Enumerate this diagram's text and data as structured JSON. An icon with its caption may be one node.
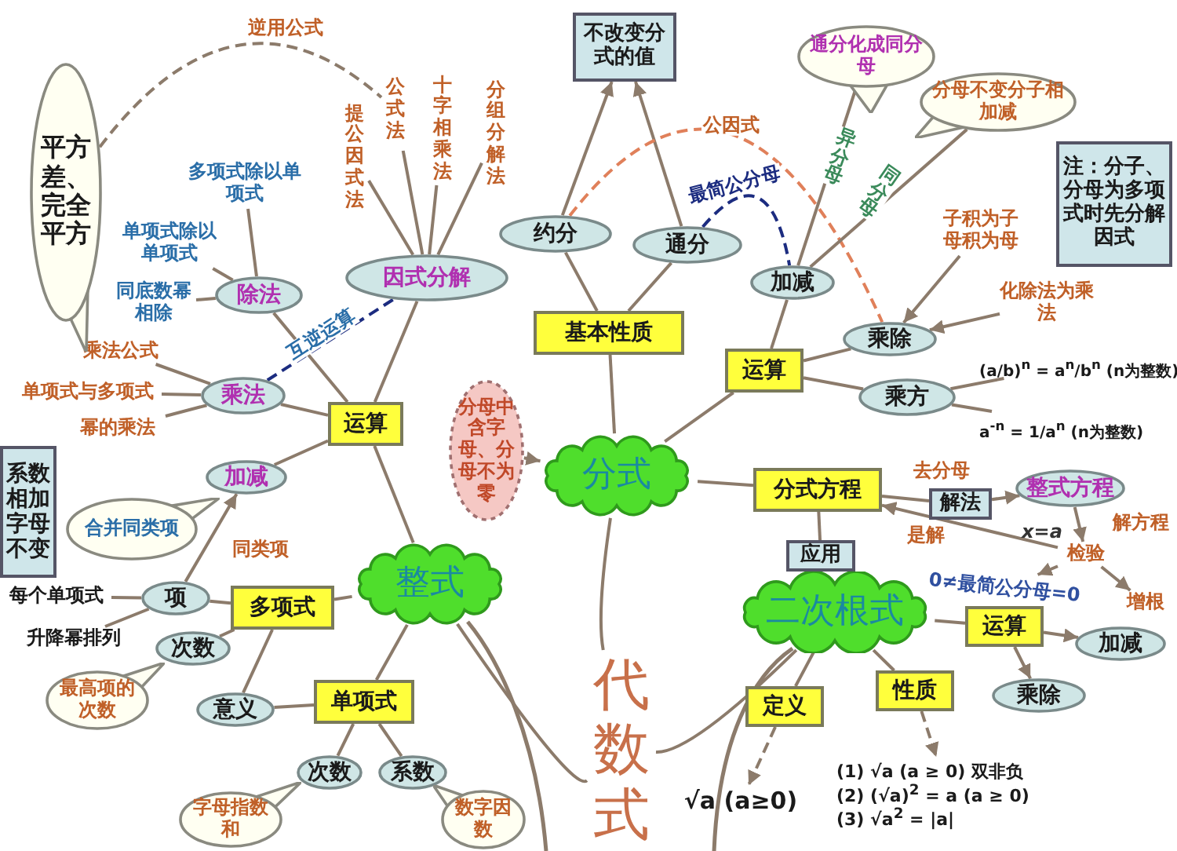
{
  "diagram": {
    "nodes": [
      {
        "text": [
          "代数式"
        ]
      },
      {
        "text": [
          "整式"
        ]
      },
      {
        "text": [
          "分式"
        ]
      },
      {
        "text": [
          "二次根式"
        ]
      },
      {
        "text": [
          "分母中含字母、分母不为零"
        ]
      },
      {
        "text": [
          "运算"
        ]
      },
      {
        "text": [
          "多项式"
        ]
      },
      {
        "text": [
          "单项式"
        ]
      },
      {
        "text": [
          "乘法"
        ]
      },
      {
        "text": [
          "除法"
        ]
      },
      {
        "text": [
          "因式分解"
        ]
      },
      {
        "text": [
          "加减"
        ]
      },
      {
        "text": [
          "合并同类项"
        ]
      },
      {
        "text": [
          "系数相加字母不变"
        ]
      },
      {
        "text": [
          "项"
        ]
      },
      {
        "text": [
          "次数"
        ]
      },
      {
        "text": [
          "意义"
        ]
      },
      {
        "text": [
          "最高项的次数"
        ]
      },
      {
        "text": [
          "次数"
        ]
      },
      {
        "text": [
          "系数"
        ]
      },
      {
        "text": [
          "字母指数和"
        ]
      },
      {
        "text": [
          "数字因数"
        ]
      },
      {
        "text": [
          "乘法公式"
        ]
      },
      {
        "text": [
          "单项式与多项式"
        ]
      },
      {
        "text": [
          "幂的乘法"
        ]
      },
      {
        "text": [
          "平方差、完全平方"
        ]
      },
      {
        "text": [
          "多项式除以单项式"
        ]
      },
      {
        "text": [
          "单项式除以单项式"
        ]
      },
      {
        "text": [
          "同底数幂相除"
        ]
      },
      {
        "text": [
          "提公因式法"
        ]
      },
      {
        "text": [
          "公式法"
        ]
      },
      {
        "text": [
          "十字相乘法"
        ]
      },
      {
        "text": [
          "分组分解法"
        ]
      },
      {
        "text": [
          "每个单项式"
        ]
      },
      {
        "text": [
          "升降幂排列"
        ]
      },
      {
        "text": [
          "基本性质"
        ]
      },
      {
        "text": [
          "约分"
        ]
      },
      {
        "text": [
          "通分"
        ]
      },
      {
        "text": [
          "不改变分式的值"
        ]
      },
      {
        "text": [
          "运算"
        ]
      },
      {
        "text": [
          "加减"
        ]
      },
      {
        "text": [
          "乘除"
        ]
      },
      {
        "text": [
          "乘方"
        ]
      },
      {
        "text": [
          "通分化成同分母"
        ]
      },
      {
        "text": [
          "分母不变分子相加减"
        ]
      },
      {
        "text": [
          "注：分子、分母为多项式时先分解因式"
        ]
      },
      {
        "text": [
          "子积为子母积为母"
        ]
      },
      {
        "text": [
          "化除法为乘法"
        ]
      },
      {
        "text": [
          "(a/b)$^{n}$ = a$^{n}$/b$^{n}$ (n为整数)"
        ]
      },
      {
        "text": [
          "a$^{-n}$ = 1/a$^{n}$ (n为整数)"
        ]
      },
      {
        "text": [
          "分式方程"
        ]
      },
      {
        "text": [
          "解法"
        ]
      },
      {
        "text": [
          "整式方程"
        ]
      },
      {
        "text": [
          "检验"
        ]
      },
      {
        "text": [
          "增根"
        ]
      },
      {
        "text": [
          "0≠最简公分母=0"
        ]
      },
      {
        "text": [
          "应用"
        ]
      },
      {
        "text": [
          "运算"
        ]
      },
      {
        "text": [
          "加减"
        ]
      },
      {
        "text": [
          "乘除"
        ]
      },
      {
        "text": [
          "定义"
        ]
      },
      {
        "text": [
          "性质"
        ]
      },
      {
        "text": [
          "√a (a≥0)"
        ]
      },
      {
        "text": [
          "(1) √a (a ≥ 0) 双非负",
          "(2) (√a)$^{2}$ = a (a ≥ 0)",
          "(3) √a$^{2}$ = |a|"
        ]
      }
    ],
    "edges": [
      {
        "from": 0,
        "to": 1,
        "arrow": "none"
      },
      {
        "from": 0,
        "to": 2,
        "arrow": "none"
      },
      {
        "from": 0,
        "to": 3,
        "arrow": "none"
      },
      {
        "from": 1,
        "to": 5,
        "arrow": "none"
      },
      {
        "from": 1,
        "to": 6,
        "arrow": "none"
      },
      {
        "from": 1,
        "to": 7,
        "arrow": "none"
      },
      {
        "from": 5,
        "to": 8,
        "arrow": "none"
      },
      {
        "from": 5,
        "to": 9,
        "arrow": "none"
      },
      {
        "from": 5,
        "to": 10,
        "arrow": "none"
      },
      {
        "from": 5,
        "to": 11,
        "arrow": "none"
      },
      {
        "from": 8,
        "to": 22,
        "arrow": "none"
      },
      {
        "from": 8,
        "to": 23,
        "arrow": "none"
      },
      {
        "from": 8,
        "to": 24,
        "arrow": "none"
      },
      {
        "from": 9,
        "to": 26,
        "arrow": "none"
      },
      {
        "from": 9,
        "to": 27,
        "arrow": "none"
      },
      {
        "from": 9,
        "to": 28,
        "arrow": "none"
      },
      {
        "from": 10,
        "to": 29,
        "arrow": "none"
      },
      {
        "from": 10,
        "to": 30,
        "arrow": "none"
      },
      {
        "from": 10,
        "to": 31,
        "arrow": "none"
      },
      {
        "from": 10,
        "to": 32,
        "arrow": "none"
      },
      {
        "from": 8,
        "to": 10,
        "arrow": "none",
        "label": "互逆运算",
        "style": "dashed",
        "color": "#1c2c80"
      },
      {
        "from": 25,
        "to": 30,
        "arrow": "none",
        "label": "逆用公式",
        "style": "dashed"
      },
      {
        "from": 6,
        "to": 14,
        "arrow": "none"
      },
      {
        "from": 6,
        "to": 15,
        "arrow": "none"
      },
      {
        "from": 6,
        "to": 16,
        "arrow": "none"
      },
      {
        "from": 14,
        "to": 11,
        "arrow": "to",
        "label": "同类项"
      },
      {
        "from": 14,
        "to": 33,
        "arrow": "none"
      },
      {
        "from": 14,
        "to": 34,
        "arrow": "none"
      },
      {
        "from": 7,
        "to": 16,
        "arrow": "none"
      },
      {
        "from": 7,
        "to": 18,
        "arrow": "none"
      },
      {
        "from": 7,
        "to": 19,
        "arrow": "none"
      },
      {
        "from": 4,
        "to": 2,
        "arrow": "to"
      },
      {
        "from": 2,
        "to": 35,
        "arrow": "none"
      },
      {
        "from": 2,
        "to": 39,
        "arrow": "none"
      },
      {
        "from": 2,
        "to": 50,
        "arrow": "none"
      },
      {
        "from": 35,
        "to": 36,
        "arrow": "none"
      },
      {
        "from": 35,
        "to": 37,
        "arrow": "none"
      },
      {
        "from": 36,
        "to": 38,
        "arrow": "to"
      },
      {
        "from": 37,
        "to": 38,
        "arrow": "to"
      },
      {
        "from": 36,
        "to": 41,
        "arrow": "none",
        "label": "公因式",
        "style": "dashed",
        "color": "#e0805a"
      },
      {
        "from": 37,
        "to": 40,
        "arrow": "none",
        "label": "最简公分母",
        "style": "dashed",
        "color": "#1c2c80"
      },
      {
        "from": 39,
        "to": 40,
        "arrow": "none"
      },
      {
        "from": 39,
        "to": 41,
        "arrow": "none"
      },
      {
        "from": 39,
        "to": 42,
        "arrow": "none"
      },
      {
        "from": 40,
        "to": 43,
        "arrow": "none",
        "label": "异分母"
      },
      {
        "from": 40,
        "to": 44,
        "arrow": "none",
        "label": "同分母"
      },
      {
        "from": 46,
        "to": 41,
        "arrow": "to"
      },
      {
        "from": 47,
        "to": 41,
        "arrow": "to"
      },
      {
        "from": 42,
        "to": 48,
        "arrow": "none"
      },
      {
        "from": 42,
        "to": 49,
        "arrow": "none"
      },
      {
        "from": 50,
        "to": 51,
        "arrow": "none"
      },
      {
        "from": 51,
        "to": 52,
        "arrow": "to",
        "label": "去分母"
      },
      {
        "from": 52,
        "to": 53,
        "arrow": "to",
        "label": "解方程"
      },
      {
        "from": 53,
        "to": 50,
        "arrow": "to",
        "label": "是解"
      },
      {
        "from": 53,
        "to": 55,
        "arrow": "to"
      },
      {
        "from": 53,
        "to": 54,
        "arrow": "to"
      },
      {
        "from": 50,
        "to": 56,
        "arrow": "none"
      },
      {
        "from": 3,
        "to": 57,
        "arrow": "none"
      },
      {
        "from": 3,
        "to": 60,
        "arrow": "none"
      },
      {
        "from": 3,
        "to": 61,
        "arrow": "none"
      },
      {
        "from": 57,
        "to": 58,
        "arrow": "to"
      },
      {
        "from": 57,
        "to": 59,
        "arrow": "to"
      },
      {
        "from": 60,
        "to": 62,
        "arrow": "to",
        "style": "dashed"
      },
      {
        "from": 61,
        "to": 63,
        "arrow": "to",
        "style": "dashed"
      }
    ],
    "labels": [
      "x=a"
    ]
  }
}
